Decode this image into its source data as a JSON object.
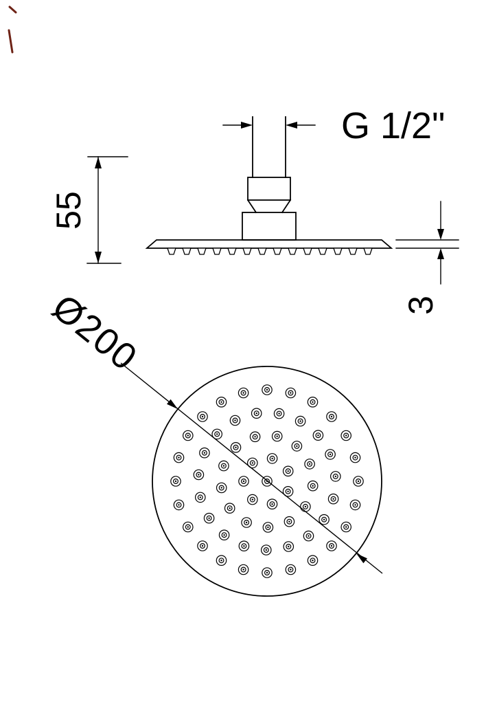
{
  "drawing": {
    "kind": "shower-head-technical-drawing",
    "labels": {
      "thread": "G 1/2\"",
      "height": "55",
      "thickness": "3",
      "diameter": "Ø200"
    },
    "colors": {
      "line": "#000000",
      "background": "#ffffff",
      "artifact": "#6e2316"
    }
  }
}
